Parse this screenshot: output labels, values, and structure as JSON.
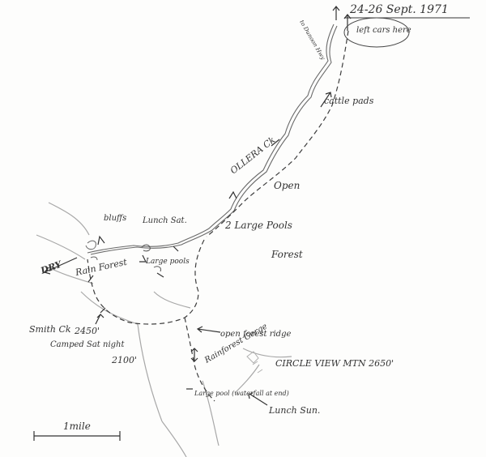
{
  "date_range": "24-26 Sept. 1971",
  "labels": {
    "to_dunoon_hwy": "to Dunoon Hwy",
    "left_cars_here": "left cars here",
    "cattle_pads": "cattle pads",
    "ollera_ck": "OLLERA Ck",
    "open": "Open",
    "two_large_pools": "2 Large Pools",
    "forest": "Forest",
    "bluffs": "bluffs",
    "lunch_sat": "Lunch Sat.",
    "large_pools": "Large pools",
    "dry": "DRY",
    "rain_forest": "Rain Forest",
    "smith_ck": "Smith Ck",
    "altitude_2450": "2450'",
    "camped_sat_night": "Camped Sat night",
    "altitude_2100": "2100'",
    "open_forest_ridge": "open forest ridge",
    "rainforest_gorge": "Rainforest Gorge",
    "circle_view_mtn": "CIRCLE VIEW MTN  2650'",
    "large_pool_waterfall": "Large pool (waterfall at end)",
    "lunch_sun": "Lunch Sun."
  },
  "scale_bar": {
    "label": "1mile"
  },
  "colors": {
    "ink": "#333333",
    "creek": "#888888",
    "route": "#444444",
    "paper": "#fdfdfc"
  }
}
